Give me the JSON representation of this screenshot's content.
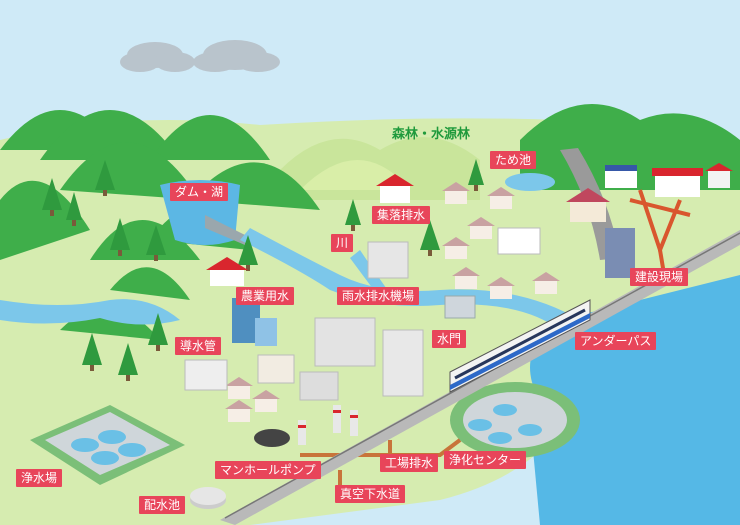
{
  "colors": {
    "sky": "#cfeaf7",
    "sea": "#55b8e6",
    "water": "#7cc7ea",
    "land": "#d6ecb0",
    "mountain": "#3fae4a",
    "label_bg": "#e8455a",
    "road": "#9a9a9a",
    "sewer": "#c8743a"
  },
  "header_label": "森林・水源林",
  "labels": [
    {
      "key": "dam",
      "text": "ダム・湖"
    },
    {
      "key": "tameike",
      "text": "ため池"
    },
    {
      "key": "shuraku",
      "text": "集落排水"
    },
    {
      "key": "kawa",
      "text": "川"
    },
    {
      "key": "nogyo",
      "text": "農業用水"
    },
    {
      "key": "usui",
      "text": "雨水排水機場"
    },
    {
      "key": "kensetsu",
      "text": "建設現場"
    },
    {
      "key": "dosui",
      "text": "導水管"
    },
    {
      "key": "suimon",
      "text": "水門"
    },
    {
      "key": "underpass",
      "text": "アンダーパス"
    },
    {
      "key": "manhole",
      "text": "マンホールポンプ"
    },
    {
      "key": "kojo",
      "text": "工場排水"
    },
    {
      "key": "joka",
      "text": "浄化センター"
    },
    {
      "key": "josui",
      "text": "浄水場"
    },
    {
      "key": "shinku",
      "text": "真空下水道"
    },
    {
      "key": "haisui",
      "text": "配水池"
    }
  ]
}
